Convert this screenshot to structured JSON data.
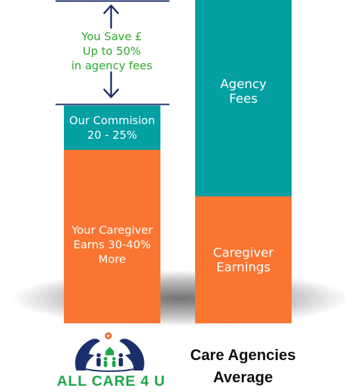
{
  "savings": {
    "lines": [
      "You Save £",
      "Up to 50%",
      "in agency fees"
    ],
    "color": "#2BAA2B"
  },
  "left_bar": {
    "commission_lines": [
      "Our Commision",
      "20 - 25%"
    ],
    "caregiver_lines": [
      "Your Caregiver",
      "Earns 30-40%",
      "More"
    ]
  },
  "right_bar": {
    "agency_lines": [
      "Agency",
      "Fees"
    ],
    "caregiver_lines": [
      "Caregiver",
      "Earnings"
    ]
  },
  "right_caption": [
    "Care Agencies",
    "Average"
  ],
  "logo": {
    "brand_text": "ALL CARE 4 U",
    "icon": "caring-hands-family-icon"
  },
  "colors": {
    "teal": "#04A0A3",
    "orange": "#FA7532",
    "navy": "#1B2F6B",
    "green": "#1DA84A"
  }
}
